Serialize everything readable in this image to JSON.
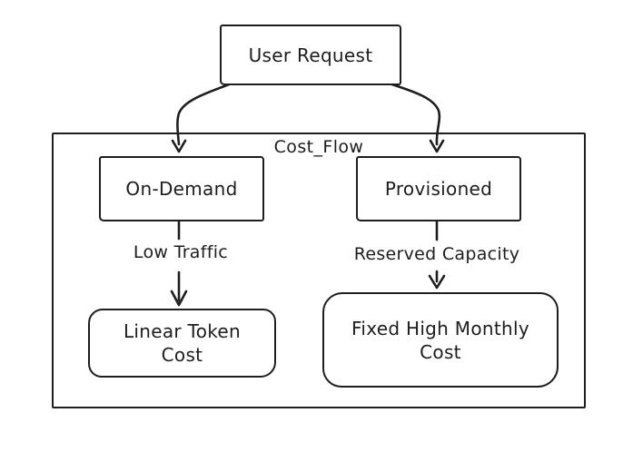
{
  "colors": {
    "stroke": "#1e1e1e",
    "text": "#1d1d1d",
    "background": "#ffffff"
  },
  "nodes": {
    "user_request": {
      "label": "User Request",
      "shape": "rectangle"
    },
    "cost_flow_container": {
      "label": "Cost_Flow",
      "shape": "container"
    },
    "on_demand": {
      "label": "On-Demand",
      "shape": "rectangle"
    },
    "provisioned": {
      "label": "Provisioned",
      "shape": "rectangle"
    },
    "linear_token_cost": {
      "label": "Linear Token Cost",
      "shape": "rounded-rectangle"
    },
    "fixed_high_monthly_cost": {
      "label": "Fixed High Monthly Cost",
      "shape": "rounded-rectangle"
    }
  },
  "edges": [
    {
      "from": "user_request",
      "to": "on_demand",
      "label": ""
    },
    {
      "from": "user_request",
      "to": "provisioned",
      "label": ""
    },
    {
      "from": "on_demand",
      "to": "linear_token_cost",
      "label": "Low Traffic"
    },
    {
      "from": "provisioned",
      "to": "fixed_high_monthly_cost",
      "label": "Reserved Capacity"
    }
  ]
}
